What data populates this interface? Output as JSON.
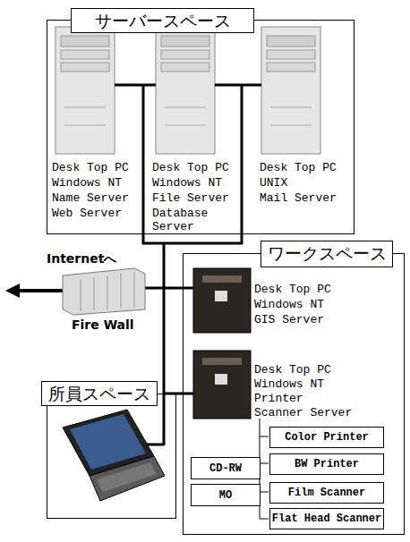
{
  "diagram": {
    "nodes": [
      {
        "text": [
          "サーバースペース"
        ]
      },
      {
        "text": [
          "ワークスペース"
        ]
      },
      {
        "text": [
          "Color Printer"
        ],
        "in": 1
      },
      {
        "text": [
          "CD-RW"
        ],
        "in": 1
      },
      {
        "text": [
          "BW Printer"
        ],
        "in": 1
      },
      {
        "text": [
          "MO"
        ],
        "in": 1
      },
      {
        "text": [
          "Film Scanner"
        ],
        "in": 1
      },
      {
        "text": [
          "Flat Head Scanner"
        ],
        "in": 1
      },
      {
        "text": [
          "所員スペース"
        ]
      }
    ],
    "labels": [
      "Desk Top PC",
      "Windows NT",
      "Name Server",
      "Web Server",
      "Desk Top PC",
      "Windows NT",
      "File Server",
      "Database",
      "Server",
      "Desk Top PC",
      "UNIX",
      "Mail Server",
      "Internetへ",
      "Fire Wall",
      "Desk Top PC",
      "Windows NT",
      "GIS Server",
      "Desk Top PC",
      "Windows NT",
      "Printer",
      "Scanner Server"
    ]
  }
}
